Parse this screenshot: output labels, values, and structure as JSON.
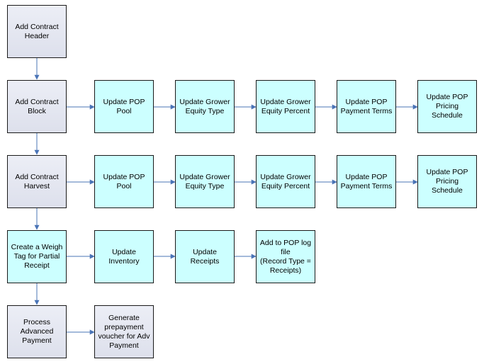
{
  "colors": {
    "process_fill": "#dfe2ee",
    "update_fill": "#ccffff",
    "border": "#1a1a1a",
    "arrow": "#4a74b6"
  },
  "nodes": {
    "add_contract_header": "Add Contract\nHeader",
    "add_contract_block": "Add Contract\nBlock",
    "block_update_pop_pool": "Update POP Pool",
    "block_update_grower_equity_type": "Update Grower\nEquity Type",
    "block_update_grower_equity_percent": "Update Grower\nEquity Percent",
    "block_update_pop_payment_terms": "Update POP\nPayment Terms",
    "block_update_pop_pricing_schedule": "Update POP\nPricing Schedule",
    "add_contract_harvest": "Add Contract\nHarvest",
    "harvest_update_pop_pool": "Update POP Pool",
    "harvest_update_grower_equity_type": "Update Grower\nEquity Type",
    "harvest_update_grower_equity_percent": "Update Grower\nEquity Percent",
    "harvest_update_pop_payment_terms": "Update POP\nPayment Terms",
    "harvest_update_pop_pricing_schedule": "Update POP\nPricing Schedule",
    "create_weigh_tag": "Create a Weigh\nTag for Partial\nReceipt",
    "update_inventory": "Update Inventory",
    "update_receipts": "Update Receipts",
    "add_to_pop_log": "Add to POP log file\n(Record Type =\nReceipts)",
    "process_advanced_payment": "Process Advanced\nPayment",
    "generate_prepayment_voucher": "Generate\nprepayment\nvoucher for Adv\nPayment"
  }
}
